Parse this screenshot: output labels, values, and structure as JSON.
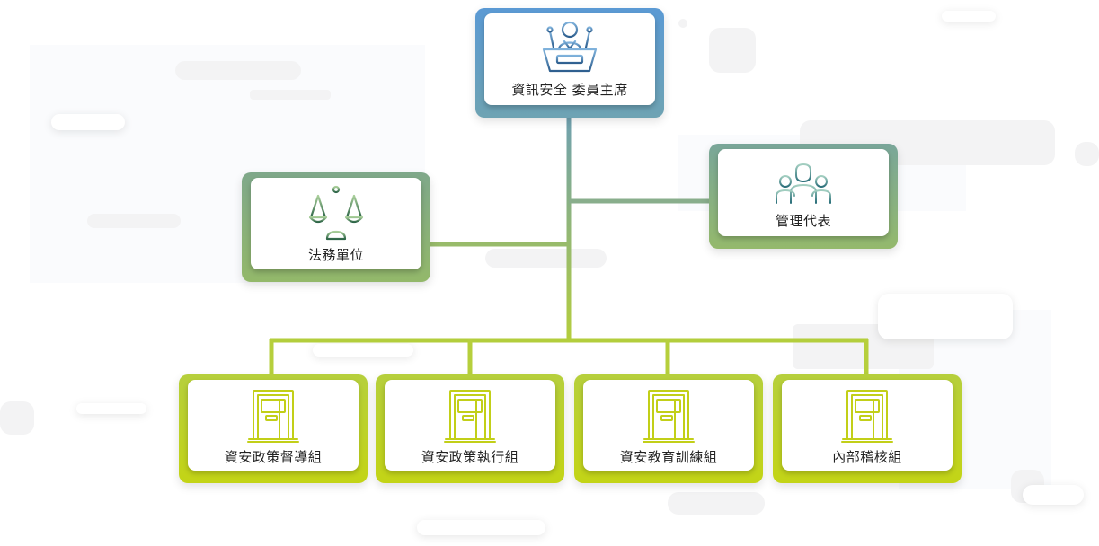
{
  "chart": {
    "top": {
      "label": "資訊安全 委員主席",
      "icon": "speaker-at-podium-icon"
    },
    "left": {
      "label": "法務單位",
      "icon": "balance-scale-icon"
    },
    "right": {
      "label": "管理代表",
      "icon": "group-of-people-icon"
    },
    "bottom": [
      {
        "label": "資安政策督導組",
        "icon": "door-icon"
      },
      {
        "label": "資安政策執行組",
        "icon": "door-icon"
      },
      {
        "label": "資安教育訓練組",
        "icon": "door-icon"
      },
      {
        "label": "內部稽核組",
        "icon": "door-icon"
      }
    ]
  },
  "colors": {
    "top_box": "#6ea3b3",
    "middle_box": "#8fb57a",
    "bottom_box": "#c3d416",
    "trunk_top": "#6fa0b0",
    "trunk_bottom": "#b5ce3c"
  }
}
